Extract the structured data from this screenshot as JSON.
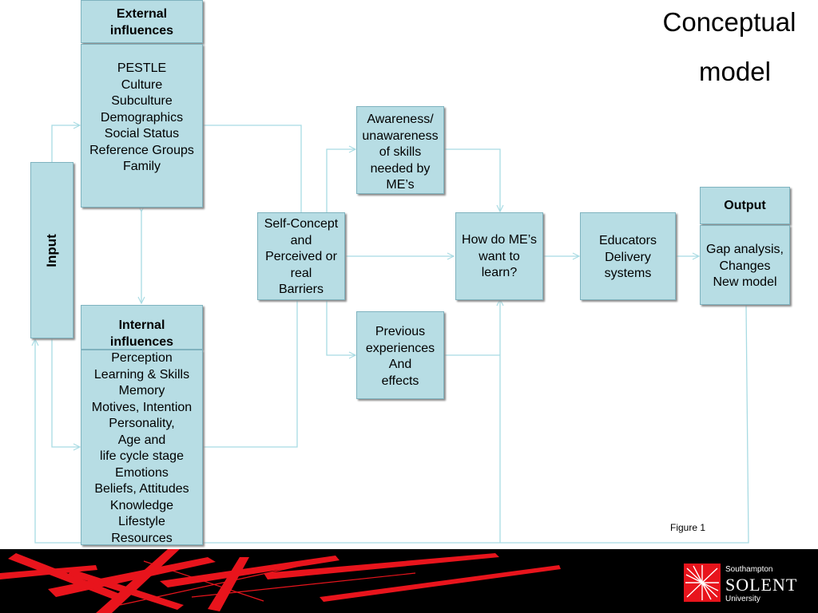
{
  "title": {
    "line1": "Conceptual",
    "line2": "model"
  },
  "figure_label": "Figure 1",
  "input": {
    "label": "Input"
  },
  "external": {
    "heading": "External\ninfluences",
    "items": "PESTLE\nCulture\nSubculture\nDemographics\nSocial Status\nReference Groups\nFamily"
  },
  "internal": {
    "heading": "Internal\ninfluences",
    "items": "Perception\nLearning & Skills\nMemory\nMotives, Intention\nPersonality,\nAge and\nlife cycle stage\nEmotions\nBeliefs, Attitudes\nKnowledge\nLifestyle\nResources"
  },
  "self_concept": "Self-Concept\nand\nPerceived or\nreal\nBarriers",
  "awareness": "Awareness/\nunawareness\nof skills\nneeded by\nME’s",
  "previous": "Previous\nexperiences\nAnd\neffects",
  "how_learn": "How do ME’s\nwant to\nlearn?",
  "educators": "Educators\nDelivery\nsystems",
  "output": {
    "heading": "Output",
    "items": "Gap analysis,\nChanges\nNew model"
  },
  "logo": {
    "line1": "Southampton",
    "line2": "SOLENT",
    "line3": "University"
  },
  "colors": {
    "box_fill": "#b7dde4",
    "box_border": "#7fb3bf",
    "connector": "#a8dbe3",
    "footer_bg": "#000000",
    "footer_accent": "#e8141c"
  }
}
